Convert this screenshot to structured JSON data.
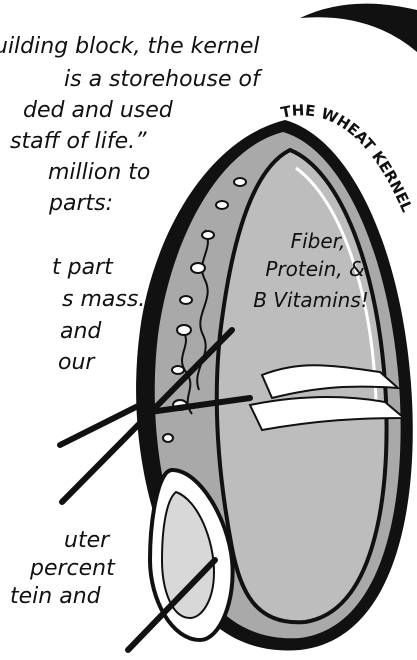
{
  "intro_lines": [
    "uilding block, the kernel",
    "is a storehouse of",
    "ded and used",
    "staff of life.”",
    "million to",
    "parts:"
  ],
  "endosperm_lines": [
    "t part",
    "s mass.",
    "and",
    "our"
  ],
  "bran_lines": [
    "uter",
    "percent",
    "tein and"
  ],
  "title": "THE WHEAT KERNEL",
  "kernel_label_lines": [
    "Fiber,",
    "Protein, &",
    "B Vitamins!"
  ],
  "colors": {
    "ink": "#111111",
    "kernel_gray": "#a9a9a9",
    "endosperm_gray": "#bdbdbd",
    "paper": "#ffffff"
  }
}
